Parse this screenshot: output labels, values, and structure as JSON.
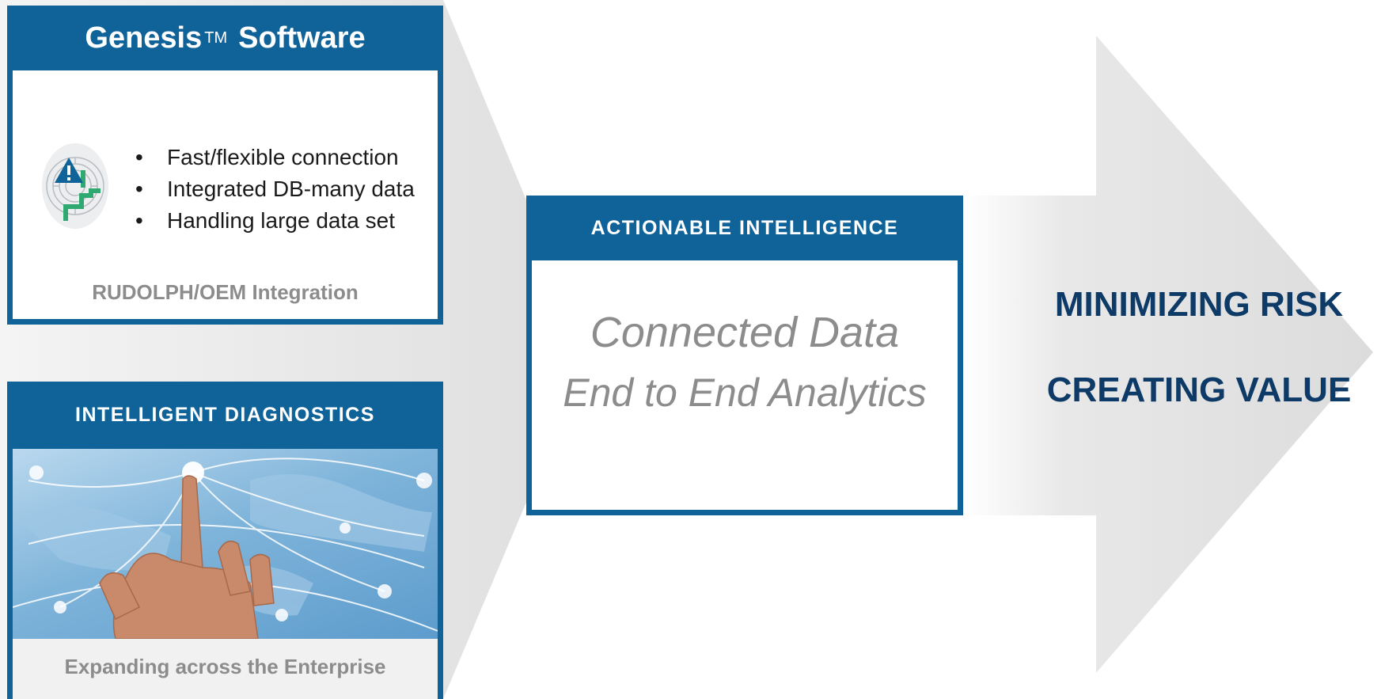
{
  "genesis": {
    "title": "Genesis",
    "tm": "TM",
    "title_suffix": "Software",
    "bullets": [
      "Fast/flexible connection",
      "Integrated DB-many data",
      "Handling large data set"
    ],
    "footer": "RUDOLPH/OEM Integration",
    "bullet_glyph": "•"
  },
  "diagnostics": {
    "title": "INTELLIGENT DIAGNOSTICS",
    "footer": "Expanding across the Enterprise"
  },
  "actionable": {
    "title": "ACTIONABLE INTELLIGENCE",
    "line1": "Connected Data",
    "line2": "End to End Analytics"
  },
  "results": {
    "line1": "MINIMIZING RISK",
    "line2": "CREATING VALUE"
  },
  "colors": {
    "card_blue": "#0f6399",
    "result_text": "#0d3a66",
    "muted_text": "#8c8c8c",
    "arrow_gray": "#e2e2e2"
  }
}
